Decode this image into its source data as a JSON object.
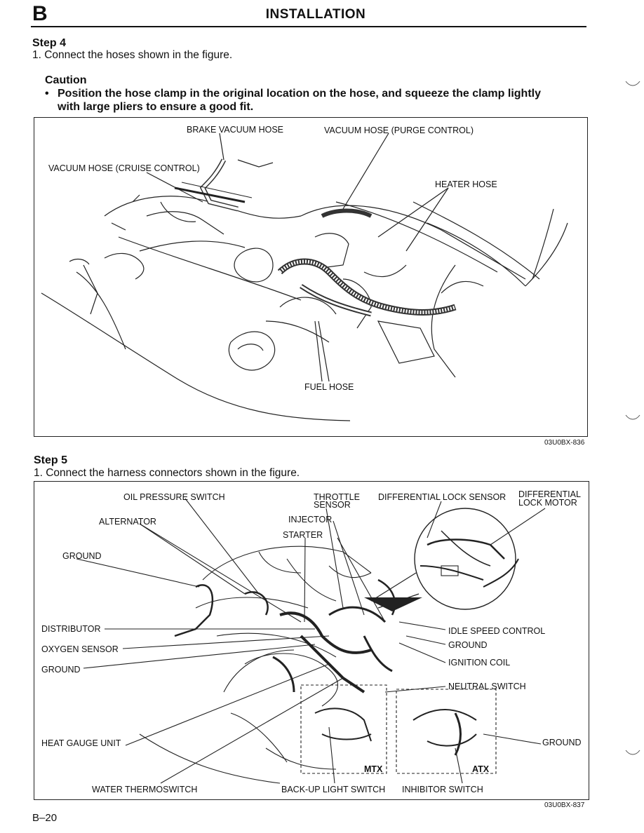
{
  "header": {
    "section_letter": "B",
    "title": "INSTALLATION"
  },
  "step4": {
    "title": "Step 4",
    "instruction": "1. Connect the hoses shown in the figure.",
    "caution": {
      "title": "Caution",
      "text_line1": "Position the hose clamp in the original location on the hose, and squeeze the clamp lightly",
      "text_line2": "with large pliers to ensure a good fit."
    },
    "figure": {
      "code": "03U0BX-836",
      "labels": {
        "brake_vacuum_hose": "BRAKE VACUUM HOSE",
        "vacuum_hose_purge": "VACUUM HOSE (PURGE CONTROL)",
        "vacuum_hose_cruise": "VACUUM HOSE (CRUISE CONTROL)",
        "heater_hose": "HEATER HOSE",
        "fuel_hose": "FUEL HOSE"
      }
    }
  },
  "step5": {
    "title": "Step 5",
    "instruction": "1. Connect the harness connectors shown in the figure.",
    "figure": {
      "code": "03U0BX-837",
      "labels": {
        "oil_pressure_switch": "OIL PRESSURE SWITCH",
        "throttle_sensor_l1": "THROTTLE",
        "throttle_sensor_l2": "SENSOR",
        "differential_lock_sensor": "DIFFERENTIAL LOCK SENSOR",
        "differential_lock_motor_l1": "DIFFERENTIAL",
        "differential_lock_motor_l2": "LOCK MOTOR",
        "alternator": "ALTERNATOR",
        "injector": "INJECTOR",
        "starter": "STARTER",
        "ground_top": "GROUND",
        "distributor": "DISTRIBUTOR",
        "oxygen_sensor": "OXYGEN SENSOR",
        "ground_left": "GROUND",
        "idle_speed_control": "IDLE SPEED CONTROL",
        "ground_right": "GROUND",
        "ignition_coil": "IGNITION COIL",
        "neutral_switch": "NEUTRAL SWITCH",
        "heat_gauge_unit": "HEAT GAUGE UNIT",
        "ground_bottom_right": "GROUND",
        "mtx": "MTX",
        "atx": "ATX",
        "water_thermoswitch": "WATER THERMOSWITCH",
        "back_up_light_switch": "BACK-UP LIGHT SWITCH",
        "inhibitor_switch": "INHIBITOR SWITCH"
      }
    }
  },
  "footer": {
    "page_number": "B–20"
  }
}
